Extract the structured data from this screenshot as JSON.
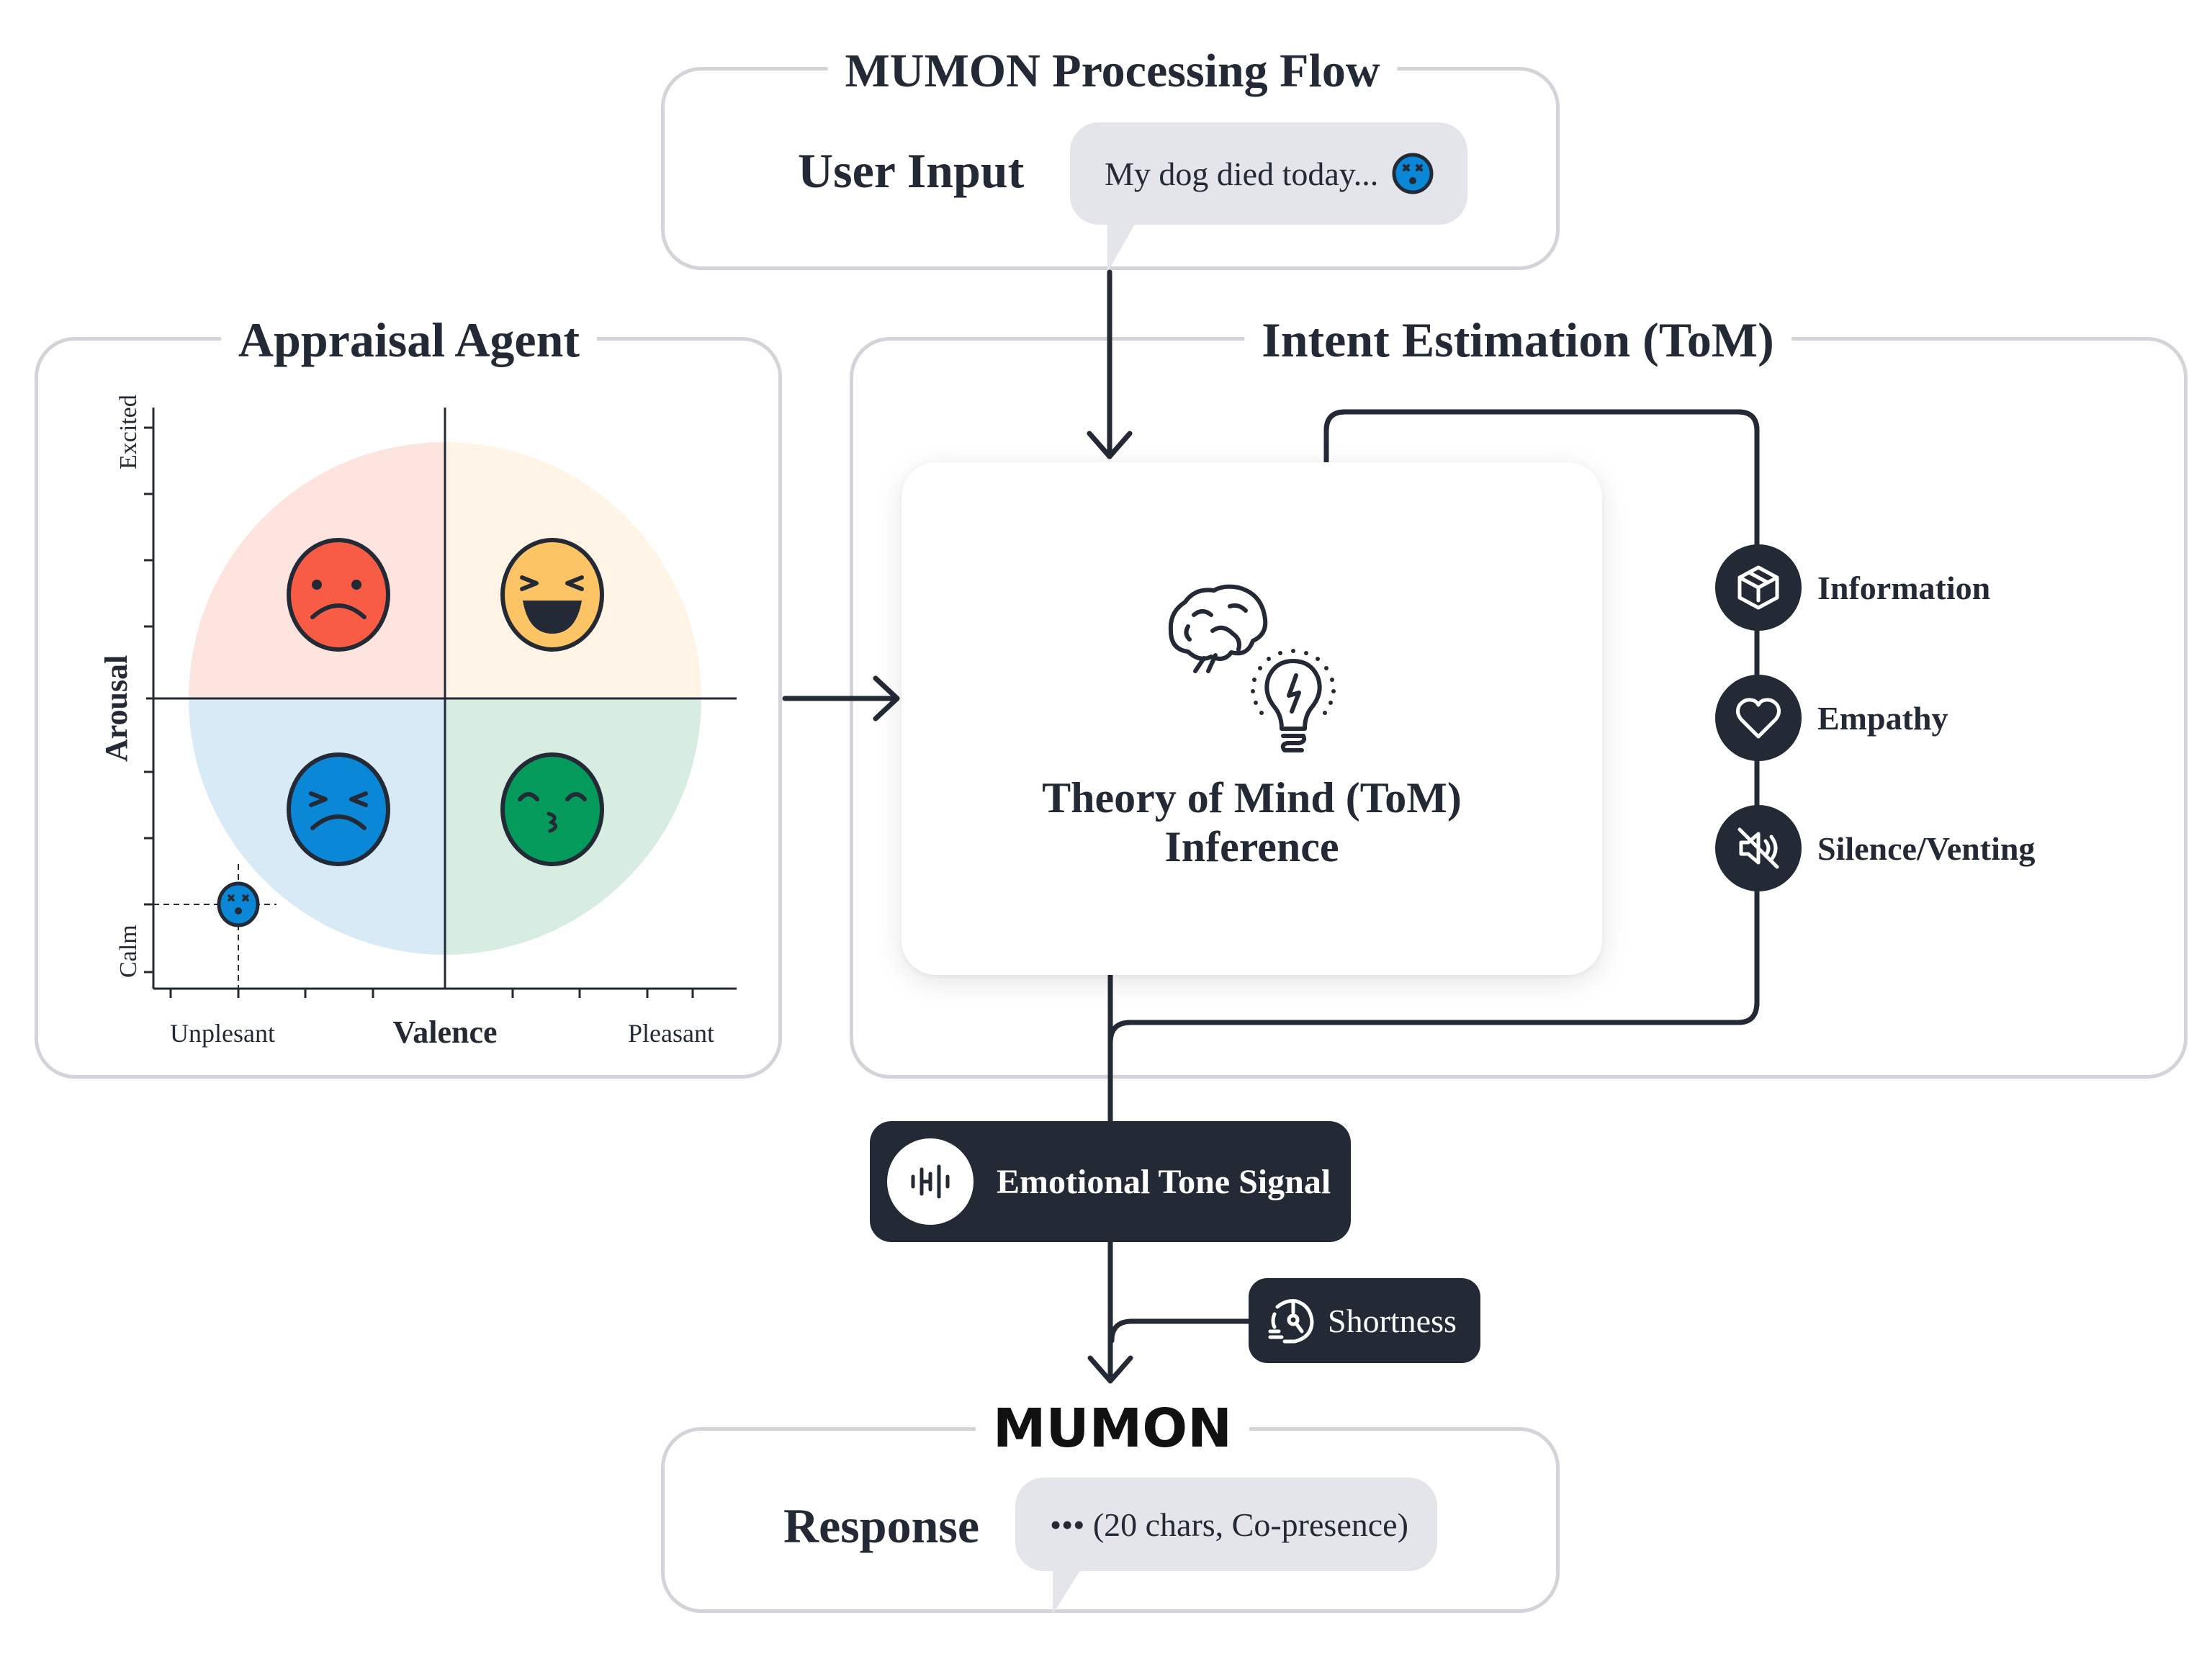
{
  "header": {
    "title": "MUMON Processing Flow"
  },
  "user_input": {
    "label": "User Input",
    "message": "My dog died today...",
    "emoji_icon": "dizzy-face-icon"
  },
  "appraisal": {
    "title": "Appraisal Agent",
    "y_axis_label": "Arousal",
    "y_top_label": "Excited",
    "y_bottom_label": "Calm",
    "x_axis_label": "Valence",
    "x_left_label": "Unplesant",
    "x_right_label": "Pleasant",
    "quadrants": [
      {
        "name": "unpleasant-excited",
        "emotion_icon": "angry-sad-face-icon",
        "bg": "#fde4df",
        "face": "#f95c45"
      },
      {
        "name": "pleasant-excited",
        "emotion_icon": "laughing-face-icon",
        "bg": "#fff4e5",
        "face": "#fdc466"
      },
      {
        "name": "unpleasant-calm",
        "emotion_icon": "tired-frowning-face-icon",
        "bg": "#d9eaf7",
        "face": "#0a87d6"
      },
      {
        "name": "pleasant-calm",
        "emotion_icon": "kissing-face-icon",
        "bg": "#d8ede2",
        "face": "#049a5b"
      }
    ],
    "marker": {
      "emotion_icon": "dizzy-face-icon",
      "valence": -0.75,
      "arousal": -0.78,
      "color": "#0a87d6"
    }
  },
  "intent": {
    "title": "Intent Estimation (ToM)",
    "tom_card": {
      "line1": "Theory of Mind (ToM)",
      "line2": "Inference",
      "icons": [
        "brain-icon",
        "lightbulb-icon"
      ]
    },
    "options": [
      {
        "label": "Information",
        "icon": "cube-icon"
      },
      {
        "label": "Empathy",
        "icon": "heart-icon"
      },
      {
        "label": "Silence/Venting",
        "icon": "muted-speaker-icon"
      }
    ]
  },
  "signal": {
    "label": "Emotional Tone Signal",
    "icon": "audio-wave-icon"
  },
  "modifier": {
    "label": "Shortness",
    "icon": "speed-timer-icon"
  },
  "output": {
    "title": "MUMON",
    "label": "Response",
    "message": "••• (20 chars, Co-presence)"
  },
  "colors": {
    "ink": "#232a36",
    "frame": "#d2d4d9",
    "bubble": "#e3e5ea"
  }
}
